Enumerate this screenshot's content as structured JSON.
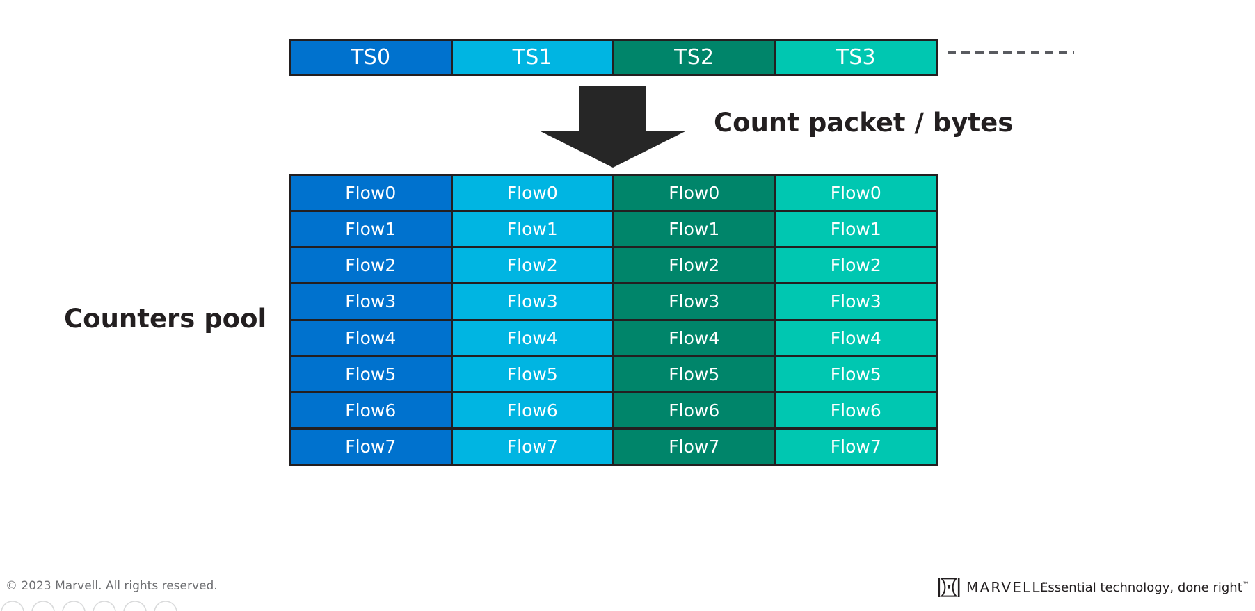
{
  "slide": {
    "background": "#ffffff",
    "column_colors": [
      "#0072ce",
      "#00b5e2",
      "#00856a",
      "#00c7b1"
    ],
    "cell_border_color": "#231f20",
    "arrow_color": "#262626",
    "dash_color": "#595b60"
  },
  "timeslots": {
    "cells": [
      {
        "label": "TS0",
        "color": "#0072ce"
      },
      {
        "label": "TS1",
        "color": "#00b5e2"
      },
      {
        "label": "TS2",
        "color": "#00856a"
      },
      {
        "label": "TS3",
        "color": "#00c7b1"
      }
    ],
    "continuation": "dashed-line"
  },
  "arrow": {
    "label": "Count packet / bytes",
    "direction": "down"
  },
  "counters_pool": {
    "title": "Counters pool",
    "columns": [
      {
        "name": "column-0",
        "color": "#0072ce"
      },
      {
        "name": "column-1",
        "color": "#00b5e2"
      },
      {
        "name": "column-2",
        "color": "#00856a"
      },
      {
        "name": "column-3",
        "color": "#00c7b1"
      }
    ],
    "rows": [
      [
        "Flow0",
        "Flow0",
        "Flow0",
        "Flow0"
      ],
      [
        "Flow1",
        "Flow1",
        "Flow1",
        "Flow1"
      ],
      [
        "Flow2",
        "Flow2",
        "Flow2",
        "Flow2"
      ],
      [
        "Flow3",
        "Flow3",
        "Flow3",
        "Flow3"
      ],
      [
        "Flow4",
        "Flow4",
        "Flow4",
        "Flow4"
      ],
      [
        "Flow5",
        "Flow5",
        "Flow5",
        "Flow5"
      ],
      [
        "Flow6",
        "Flow6",
        "Flow6",
        "Flow6"
      ],
      [
        "Flow7",
        "Flow7",
        "Flow7",
        "Flow7"
      ]
    ]
  },
  "footer": {
    "copyright": "© 2023 Marvell. All rights reserved.",
    "brand_name": "MARVELL",
    "brand_tm": "™",
    "tagline": "Essential technology, done right",
    "tagline_tm": "™"
  }
}
